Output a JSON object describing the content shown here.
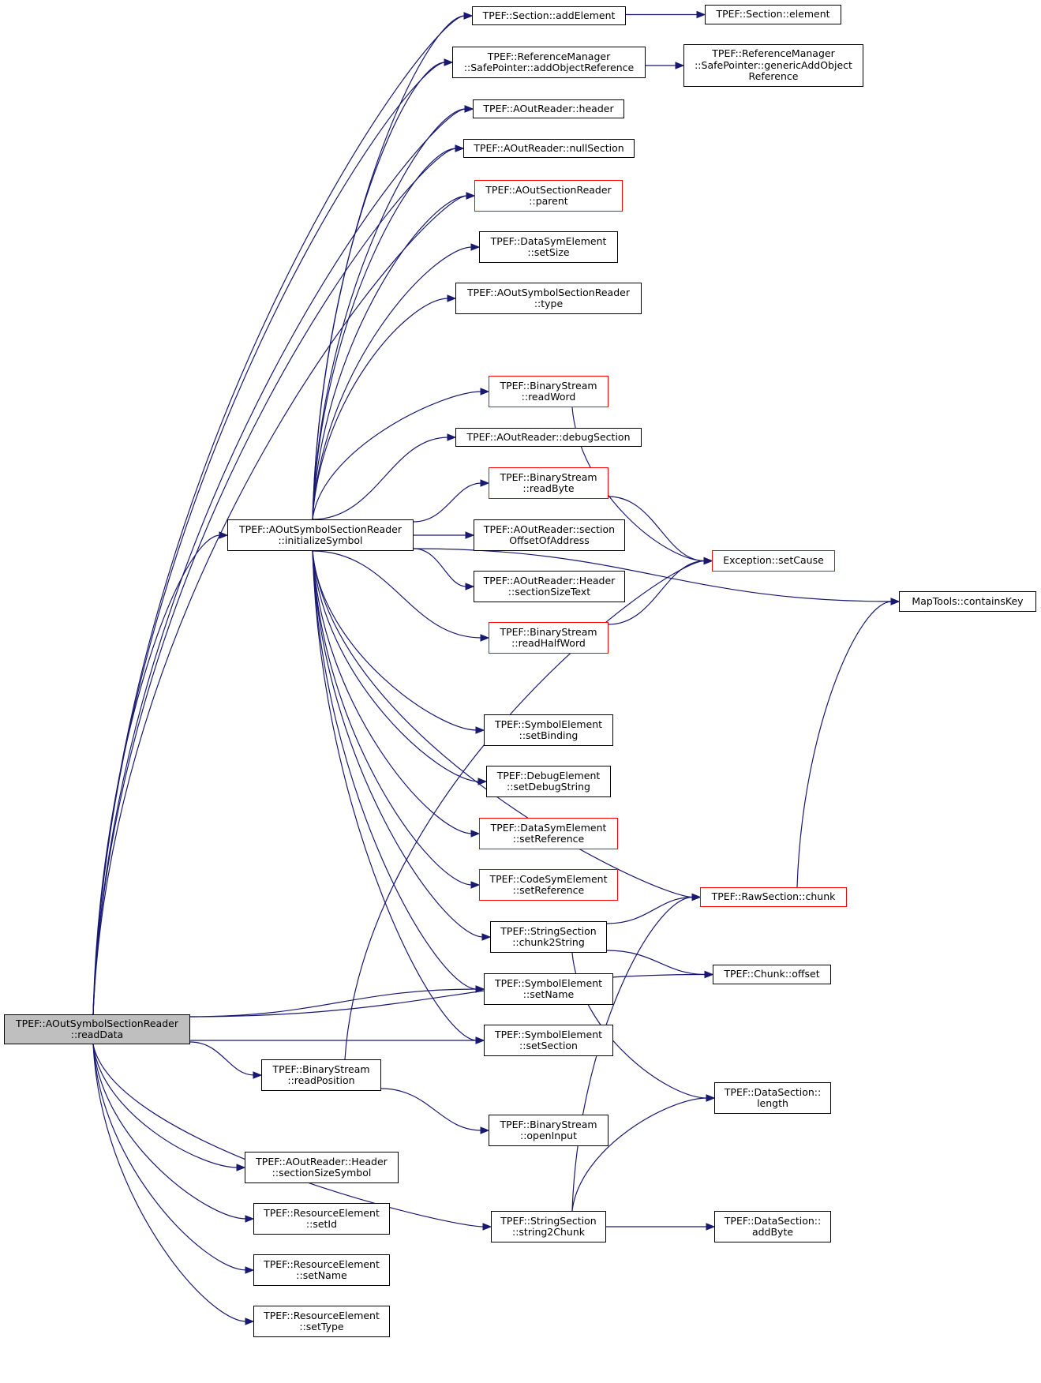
{
  "nodes": [
    {
      "id": "readData",
      "label": "TPEF::AOutSymbolSectionReader\n::readData",
      "style": "root"
    },
    {
      "id": "initializeSymbol",
      "label": "TPEF::AOutSymbolSectionReader\n::initializeSymbol",
      "style": "normal"
    },
    {
      "id": "addElement",
      "label": "TPEF::Section::addElement",
      "style": "normal"
    },
    {
      "id": "sectionElement",
      "label": "TPEF::Section::element",
      "style": "normal"
    },
    {
      "id": "addObjectReference",
      "label": "TPEF::ReferenceManager\n::SafePointer::addObjectReference",
      "style": "normal"
    },
    {
      "id": "genericAddObjectReference",
      "label": "TPEF::ReferenceManager\n::SafePointer::genericAddObject\nReference",
      "style": "normal"
    },
    {
      "id": "header",
      "label": "TPEF::AOutReader::header",
      "style": "normal"
    },
    {
      "id": "nullSection",
      "label": "TPEF::AOutReader::nullSection",
      "style": "normal"
    },
    {
      "id": "parent",
      "label": "TPEF::AOutSectionReader\n::parent",
      "style": "red"
    },
    {
      "id": "setSize",
      "label": "TPEF::DataSymElement\n::setSize",
      "style": "normal"
    },
    {
      "id": "type",
      "label": "TPEF::AOutSymbolSectionReader\n::type",
      "style": "normal"
    },
    {
      "id": "readWord",
      "label": "TPEF::BinaryStream\n::readWord",
      "style": "red"
    },
    {
      "id": "debugSection",
      "label": "TPEF::AOutReader::debugSection",
      "style": "normal"
    },
    {
      "id": "readByte",
      "label": "TPEF::BinaryStream\n::readByte",
      "style": "red"
    },
    {
      "id": "sectionOffsetOfAddress",
      "label": "TPEF::AOutReader::section\nOffsetOfAddress",
      "style": "normal"
    },
    {
      "id": "sectionSizeText",
      "label": "TPEF::AOutReader::Header\n::sectionSizeText",
      "style": "normal"
    },
    {
      "id": "readHalfWord",
      "label": "TPEF::BinaryStream\n::readHalfWord",
      "style": "red"
    },
    {
      "id": "setCause",
      "label": "Exception::setCause",
      "style": "red"
    },
    {
      "id": "containsKey",
      "label": "MapTools::containsKey",
      "style": "normal"
    },
    {
      "id": "setBinding",
      "label": "TPEF::SymbolElement\n::setBinding",
      "style": "normal"
    },
    {
      "id": "setDebugString",
      "label": "TPEF::DebugElement\n::setDebugString",
      "style": "normal"
    },
    {
      "id": "dataSetReference",
      "label": "TPEF::DataSymElement\n::setReference",
      "style": "red"
    },
    {
      "id": "codeSetReference",
      "label": "TPEF::CodeSymElement\n::setReference",
      "style": "red"
    },
    {
      "id": "chunk",
      "label": "TPEF::RawSection::chunk",
      "style": "red"
    },
    {
      "id": "chunk2String",
      "label": "TPEF::StringSection\n::chunk2String",
      "style": "normal"
    },
    {
      "id": "offset",
      "label": "TPEF::Chunk::offset",
      "style": "normal"
    },
    {
      "id": "symSetName",
      "label": "TPEF::SymbolElement\n::setName",
      "style": "normal"
    },
    {
      "id": "setSection",
      "label": "TPEF::SymbolElement\n::setSection",
      "style": "normal"
    },
    {
      "id": "readPosition",
      "label": "TPEF::BinaryStream\n::readPosition",
      "style": "normal"
    },
    {
      "id": "length",
      "label": "TPEF::DataSection::\nlength",
      "style": "normal"
    },
    {
      "id": "openInput",
      "label": "TPEF::BinaryStream\n::openInput",
      "style": "normal"
    },
    {
      "id": "sectionSizeSymbol",
      "label": "TPEF::AOutReader::Header\n::sectionSizeSymbol",
      "style": "normal"
    },
    {
      "id": "setId",
      "label": "TPEF::ResourceElement\n::setId",
      "style": "normal"
    },
    {
      "id": "string2Chunk",
      "label": "TPEF::StringSection\n::string2Chunk",
      "style": "normal"
    },
    {
      "id": "addByte",
      "label": "TPEF::DataSection::\naddByte",
      "style": "normal"
    },
    {
      "id": "resSetName",
      "label": "TPEF::ResourceElement\n::setName",
      "style": "normal"
    },
    {
      "id": "resSetType",
      "label": "TPEF::ResourceElement\n::setType",
      "style": "normal"
    }
  ],
  "edges": [
    [
      "readData",
      "addElement"
    ],
    [
      "readData",
      "addObjectReference"
    ],
    [
      "readData",
      "header"
    ],
    [
      "readData",
      "nullSection"
    ],
    [
      "readData",
      "parent"
    ],
    [
      "readData",
      "initializeSymbol"
    ],
    [
      "readData",
      "symSetName"
    ],
    [
      "readData",
      "setSection"
    ],
    [
      "readData",
      "readPosition"
    ],
    [
      "readData",
      "offset"
    ],
    [
      "readData",
      "sectionSizeSymbol"
    ],
    [
      "readData",
      "setId"
    ],
    [
      "readData",
      "resSetName"
    ],
    [
      "readData",
      "resSetType"
    ],
    [
      "readData",
      "string2Chunk"
    ],
    [
      "initializeSymbol",
      "addElement"
    ],
    [
      "initializeSymbol",
      "addObjectReference"
    ],
    [
      "initializeSymbol",
      "header"
    ],
    [
      "initializeSymbol",
      "nullSection"
    ],
    [
      "initializeSymbol",
      "parent"
    ],
    [
      "initializeSymbol",
      "setSize"
    ],
    [
      "initializeSymbol",
      "type"
    ],
    [
      "initializeSymbol",
      "containsKey"
    ],
    [
      "initializeSymbol",
      "readWord"
    ],
    [
      "initializeSymbol",
      "debugSection"
    ],
    [
      "initializeSymbol",
      "readByte"
    ],
    [
      "initializeSymbol",
      "sectionOffsetOfAddress"
    ],
    [
      "initializeSymbol",
      "sectionSizeText"
    ],
    [
      "initializeSymbol",
      "readHalfWord"
    ],
    [
      "initializeSymbol",
      "chunk"
    ],
    [
      "initializeSymbol",
      "setBinding"
    ],
    [
      "initializeSymbol",
      "setDebugString"
    ],
    [
      "initializeSymbol",
      "dataSetReference"
    ],
    [
      "initializeSymbol",
      "codeSetReference"
    ],
    [
      "initializeSymbol",
      "chunk2String"
    ],
    [
      "initializeSymbol",
      "symSetName"
    ],
    [
      "initializeSymbol",
      "setSection"
    ],
    [
      "addElement",
      "sectionElement"
    ],
    [
      "addObjectReference",
      "genericAddObjectReference"
    ],
    [
      "readWord",
      "setCause"
    ],
    [
      "readByte",
      "setCause"
    ],
    [
      "readHalfWord",
      "setCause"
    ],
    [
      "chunk",
      "containsKey"
    ],
    [
      "chunk2String",
      "chunk"
    ],
    [
      "chunk2String",
      "offset"
    ],
    [
      "chunk2String",
      "length"
    ],
    [
      "readPosition",
      "openInput"
    ],
    [
      "readPosition",
      "setCause"
    ],
    [
      "string2Chunk",
      "chunk"
    ],
    [
      "string2Chunk",
      "length"
    ],
    [
      "string2Chunk",
      "addByte"
    ]
  ],
  "colors": {
    "edge": "#191970",
    "node_border": "#000000",
    "highlight_border": "#ff0000",
    "root_fill": "#bfbfbf"
  }
}
